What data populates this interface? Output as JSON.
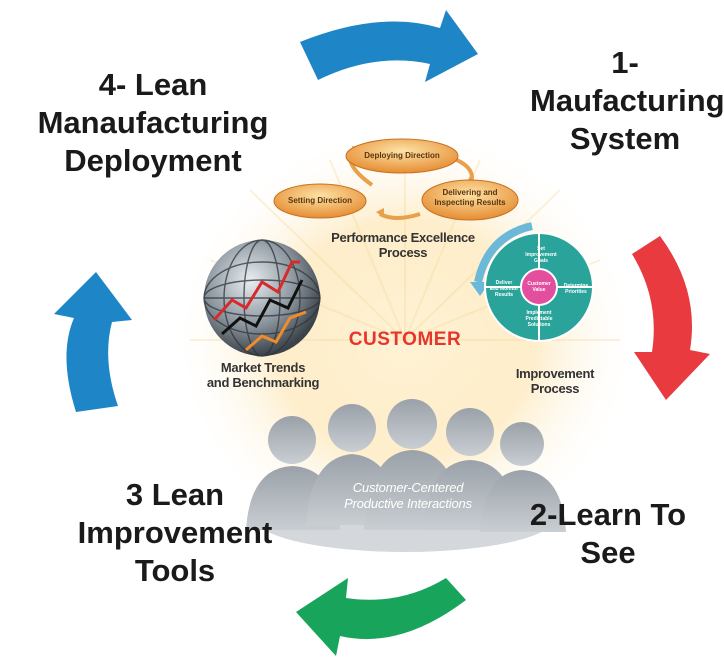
{
  "cycle_steps": {
    "step1": [
      "1-",
      "Maufacturing",
      "System"
    ],
    "step2": [
      "2-Learn To",
      "See"
    ],
    "step3": [
      "3 Lean",
      "Improvement",
      "Tools"
    ],
    "step4": [
      "4- Lean",
      "Manaufacturing",
      "Deployment"
    ]
  },
  "center": {
    "customer": "CUSTOMER",
    "process_cycle": {
      "deploying": "Deploying Direction",
      "setting": "Setting Direction",
      "delivering": "Delivering and",
      "inspecting": "Inspecting Results",
      "caption_line1": "Performance Excellence",
      "caption_line2": "Process"
    },
    "market": [
      "Market Trends",
      "and Benchmarking"
    ],
    "improvement": {
      "caption": [
        "Improvement",
        "Process"
      ],
      "wheel_center": [
        "Customer",
        "Value"
      ],
      "wheel_top": [
        "Set",
        "Improvement",
        "Goals"
      ],
      "wheel_right": [
        "Determine",
        "Priorities"
      ],
      "wheel_bottom": [
        "Implement",
        "Predictable",
        "Solutions"
      ],
      "wheel_left": [
        "Deliver",
        "and Monitor",
        "Results"
      ]
    },
    "interactions": [
      "Customer-Centered",
      "Productive Interactions"
    ]
  },
  "colors": {
    "arrow_blue": "#1e86c6",
    "arrow_red": "#e83a3f",
    "arrow_green": "#19a45b",
    "oval_orange": "#f2a03a",
    "wheel_teal": "#2aa39a",
    "customer_red": "#e8352c"
  }
}
